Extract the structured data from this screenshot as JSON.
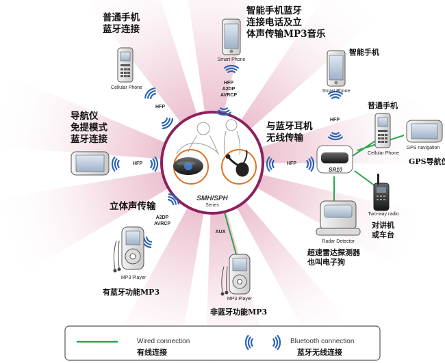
{
  "colors": {
    "wired": "#2aa64a",
    "bluetooth": "#2a63b8",
    "ring": "#8e1f5d",
    "ray": "#e9b6c6"
  },
  "hub": {
    "product_label": "SMH/SPH",
    "series_label": "Series",
    "headset_icon": "bluetooth-headset-icon",
    "boom_mic_icon": "boom-microphone-icon"
  },
  "devices": {
    "cellular_left": {
      "en": "Cellular Phone",
      "zh": "普通手机\n蓝牙连接",
      "protocols": "HFP",
      "icon": "cellular-phone-icon"
    },
    "smartphone_top": {
      "en": "Smart Phone",
      "zh": "智能手机蓝牙\n连接电话及立\n体声传输MP3音乐",
      "protocols": "HFP\nA2DP\nAVRCP",
      "icon": "smart-phone-icon"
    },
    "gps_left": {
      "zh": "导航仪\n免提模式\n蓝牙连接",
      "protocols": "HFP",
      "icon": "gps-navigation-icon"
    },
    "mp3_bt": {
      "en": "MP3 Player",
      "zh": "有蓝牙功能MP3",
      "heading": "立体声传输",
      "protocols": "A2DP\nAVRCP",
      "icon": "mp3-player-icon"
    },
    "mp3_wired": {
      "en": "MP3 Player",
      "zh": "非蓝牙功能MP3",
      "protocols": "AUX",
      "icon": "mp3-player-icon"
    },
    "sr10": {
      "label": "SR10",
      "zh": "与蓝牙耳机\n无线传输",
      "protocols": "HFP",
      "icon": "sr10-adapter-icon"
    },
    "smartphone_right": {
      "en": "Smart Phone",
      "zh": "智能手机",
      "protocols": "HFP",
      "icon": "smart-phone-icon"
    },
    "cellular_right": {
      "en": "Cellular Phone",
      "zh": "普通手机",
      "icon": "cellular-phone-icon"
    },
    "gps_right": {
      "en": "GPS navigation",
      "zh": "GPS导航仪",
      "icon": "gps-navigation-icon"
    },
    "radio": {
      "en": "Two-way radio",
      "zh": "对讲机\n或车台",
      "icon": "two-way-radio-icon"
    },
    "radar": {
      "en": "Radar Detector",
      "zh": "超速雷达探测器\n也叫电子狗",
      "icon": "radar-detector-icon"
    }
  },
  "legend": {
    "wired_en": "Wired connection",
    "wired_zh": "有线连接",
    "bt_en": "Bluetooth connection",
    "bt_zh": "蓝牙无线连接"
  }
}
